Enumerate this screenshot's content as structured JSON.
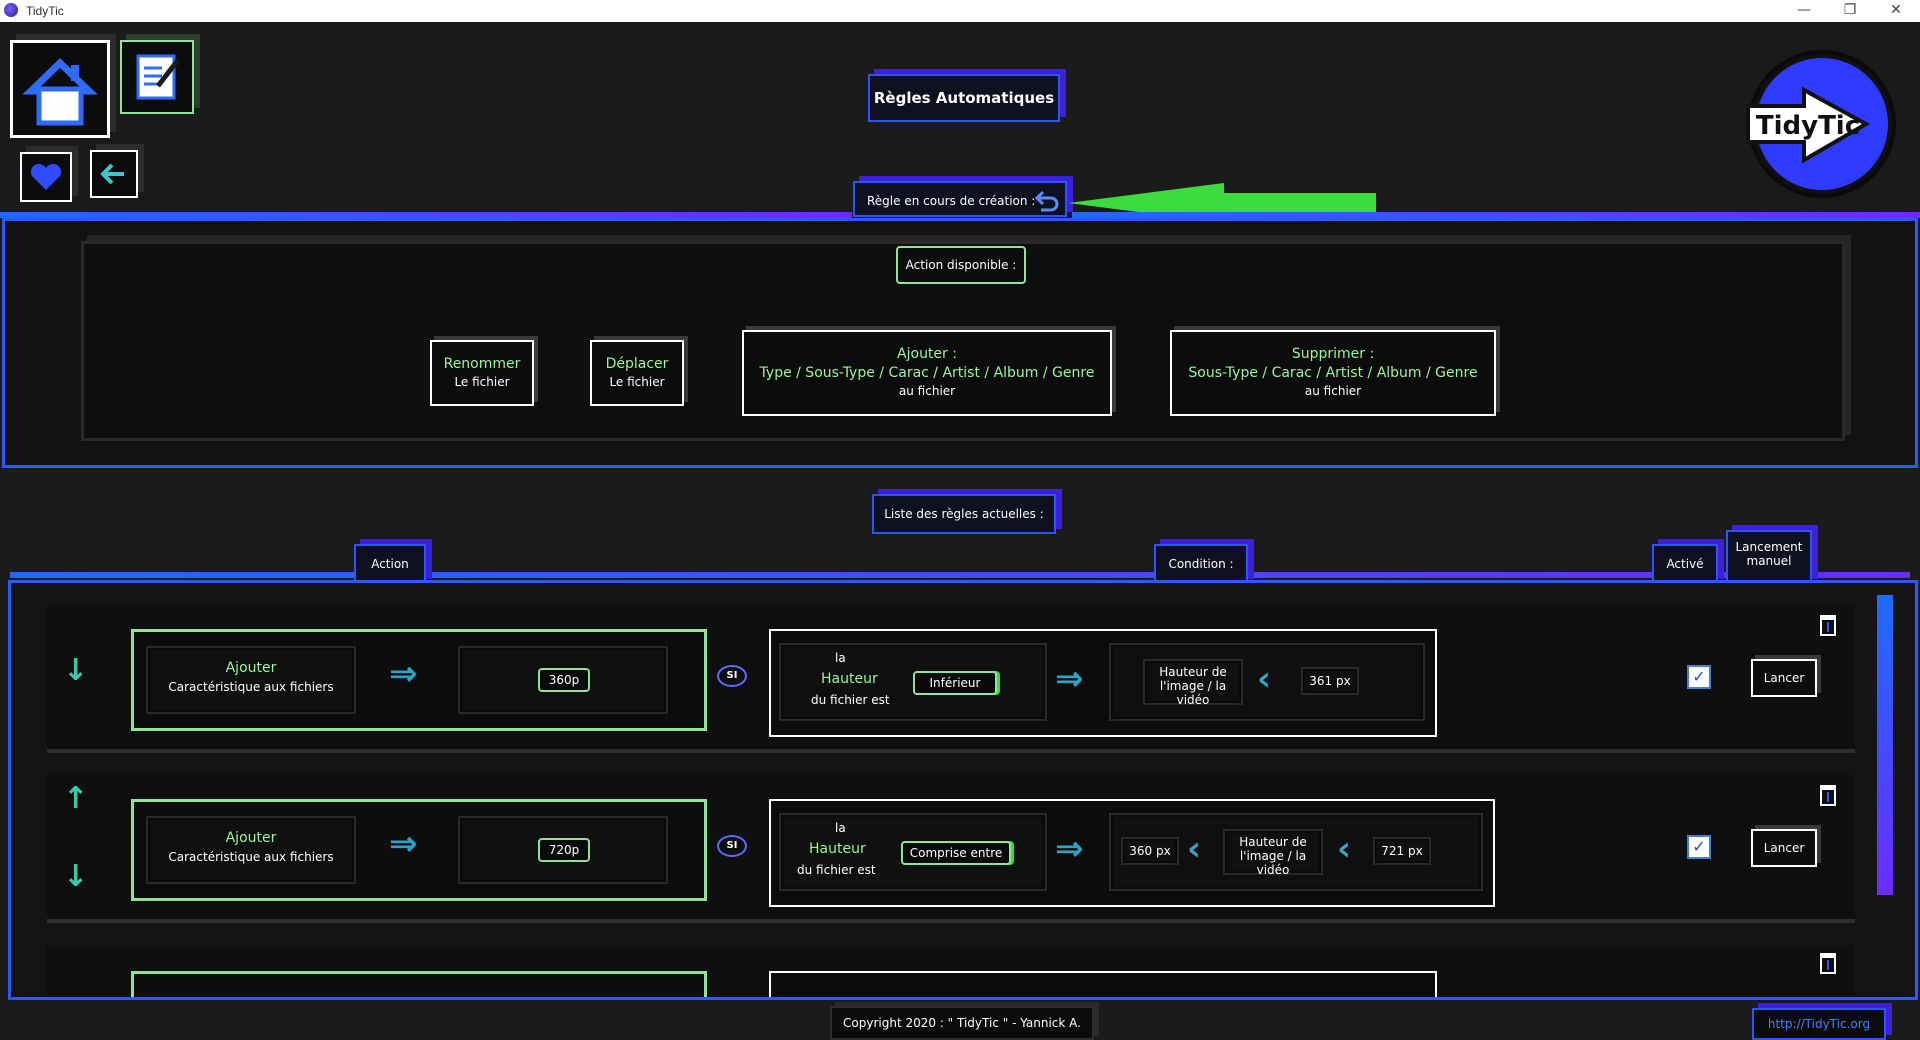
{
  "window": {
    "title": "TidyTic",
    "minimize": "—",
    "maximize": "❐",
    "close": "✕"
  },
  "header": {
    "page_title": "Règles Automatiques",
    "rule_creation_label": "Règle en cours de création :",
    "logo_text": "TidyTic"
  },
  "actions_panel": {
    "title": "Action disponible :",
    "buttons": [
      {
        "line1": "Renommer",
        "line2": "Le fichier"
      },
      {
        "line1": "Déplacer",
        "line2": "Le fichier"
      },
      {
        "line1": "Ajouter :",
        "line2": "Type / Sous-Type / Carac / Artist / Album / Genre",
        "line3": "au fichier"
      },
      {
        "line1": "Supprimer :",
        "line2": "Sous-Type / Carac / Artist / Album / Genre",
        "line3": "au fichier"
      }
    ]
  },
  "rules": {
    "title": "Liste des règles actuelles :",
    "columns": {
      "action": "Action",
      "condition": "Condition :",
      "active": "Activé",
      "manual_l1": "Lancement",
      "manual_l2": "manuel"
    },
    "si_label": "SI",
    "items": [
      {
        "action_l1": "Ajouter",
        "action_l2": "Caractéristique aux fichiers",
        "value": "360p",
        "cond_l1": "la",
        "cond_l2": "Hauteur",
        "cond_l3": "du fichier est",
        "operator": "Inférieur",
        "property_l1": "Hauteur de",
        "property_l2": "l'image / la vidéo",
        "threshold": "361 px",
        "launch": "Lancer"
      },
      {
        "action_l1": "Ajouter",
        "action_l2": "Caractéristique aux fichiers",
        "value": "720p",
        "cond_l1": "la",
        "cond_l2": "Hauteur",
        "cond_l3": "du fichier est",
        "operator": "Comprise entre",
        "min": "360 px",
        "property_l1": "Hauteur de",
        "property_l2": "l'image / la vidéo",
        "max": "721 px",
        "launch": "Lancer"
      }
    ]
  },
  "footer": {
    "copyright": "Copyright 2020 : \" TidyTic \" - Yannick A.",
    "link": "http://TidyTic.org"
  },
  "colors": {
    "accent_blue": "#2a5bff",
    "accent_purple": "#6a2cff",
    "green": "#8fe39a",
    "arrow_green": "#3ddc3d"
  }
}
